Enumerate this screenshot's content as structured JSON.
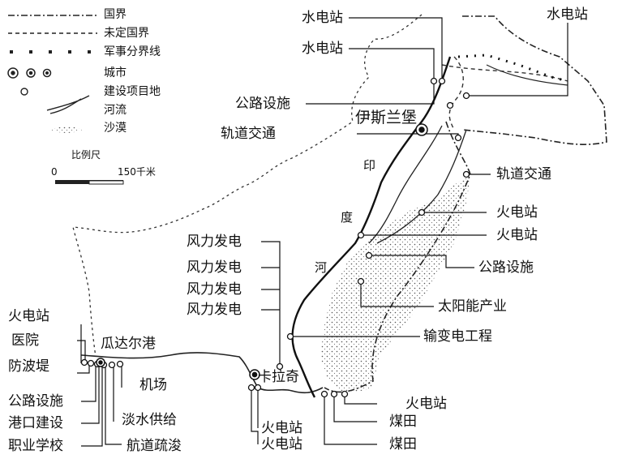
{
  "legend": {
    "items": [
      {
        "key": "national_border",
        "label": "国界"
      },
      {
        "key": "undetermined_border",
        "label": "未定国界"
      },
      {
        "key": "military_line",
        "label": "军事分界线"
      },
      {
        "key": "city",
        "label": "城市"
      },
      {
        "key": "project_site",
        "label": "建设项目地"
      },
      {
        "key": "river",
        "label": "河流"
      },
      {
        "key": "desert",
        "label": "沙漠"
      }
    ],
    "scale_title": "比例尺",
    "scale_zero": "0",
    "scale_max": "150千米"
  },
  "cities": {
    "islamabad": "伊斯兰堡",
    "gwadar": "瓜达尔港",
    "karachi": "卡拉奇"
  },
  "river": {
    "name_chars": [
      "印",
      "度",
      "河"
    ]
  },
  "projects": {
    "hydro_1": "水电站",
    "hydro_2": "水电站",
    "hydro_3": "水电站",
    "road_north": "公路设施",
    "rail_north": "轨道交通",
    "rail_east": "轨道交通",
    "thermal_east_1": "火电站",
    "thermal_east_2": "火电站",
    "road_east": "公路设施",
    "solar": "太阳能产业",
    "transmission": "输变电工程",
    "wind_1": "风力发电",
    "wind_2": "风力发电",
    "wind_3": "风力发电",
    "wind_4": "风力发电",
    "thermal_southeast": "火电站",
    "coal_1": "煤田",
    "coal_2": "煤田",
    "thermal_karachi_1": "火电站",
    "thermal_karachi_2": "火电站",
    "gwadar_thermal": "火电站",
    "gwadar_hospital": "医院",
    "gwadar_breakwater": "防波堤",
    "gwadar_road": "公路设施",
    "gwadar_port": "港口建设",
    "gwadar_school": "职业学校",
    "gwadar_airport": "机场",
    "gwadar_water": "淡水供给",
    "gwadar_channel": "航道疏浚"
  }
}
